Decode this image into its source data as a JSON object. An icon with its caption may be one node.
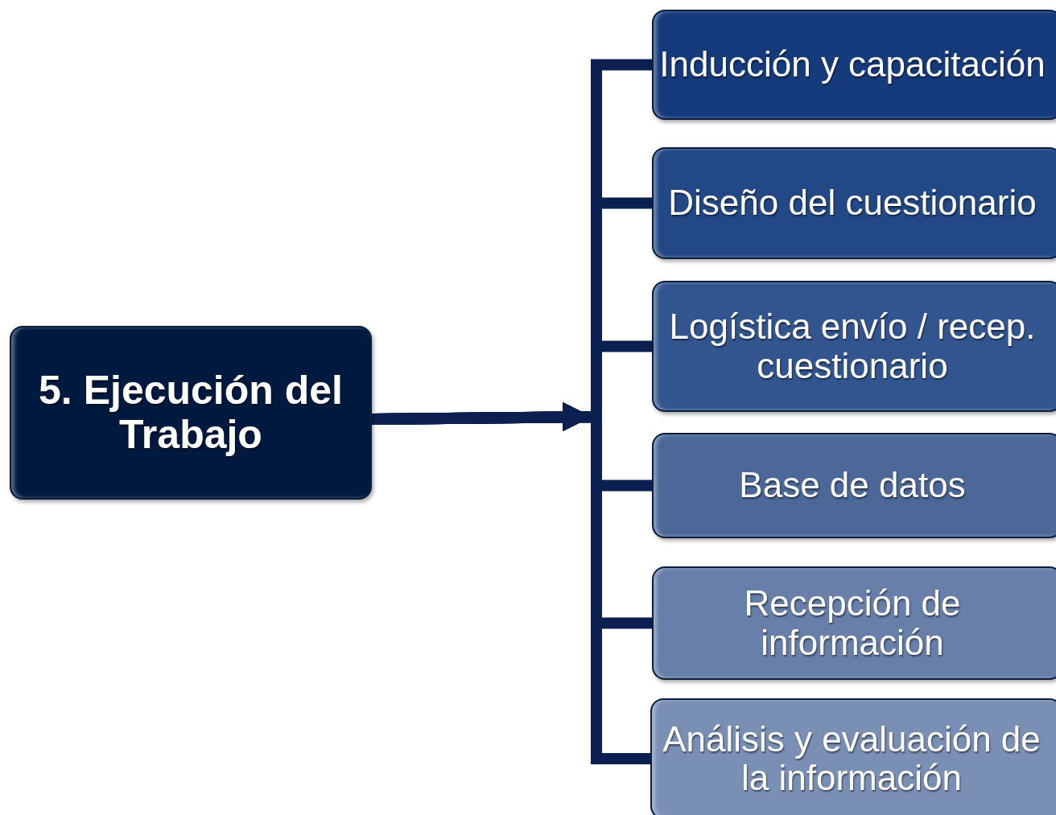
{
  "diagram": {
    "nodes": [
      {
        "text": [
          "5. Ejecución del Trabajo"
        ]
      },
      {
        "text": [
          "Inducción y capacitación"
        ]
      },
      {
        "text": [
          "Diseño del cuestionario"
        ]
      },
      {
        "text": [
          "Logística envío / recep. cuestionario"
        ]
      },
      {
        "text": [
          "Base de datos"
        ]
      },
      {
        "text": [
          "Recepción de información"
        ]
      },
      {
        "text": [
          "Análisis y evaluación de la información"
        ]
      }
    ],
    "edges": [
      {
        "from": 0,
        "to": 1,
        "arrow": "to"
      },
      {
        "from": 0,
        "to": 2,
        "arrow": "to"
      },
      {
        "from": 0,
        "to": 3,
        "arrow": "to"
      },
      {
        "from": 0,
        "to": 4,
        "arrow": "to"
      },
      {
        "from": 0,
        "to": 5,
        "arrow": "to"
      },
      {
        "from": 0,
        "to": 6,
        "arrow": "to"
      }
    ]
  }
}
